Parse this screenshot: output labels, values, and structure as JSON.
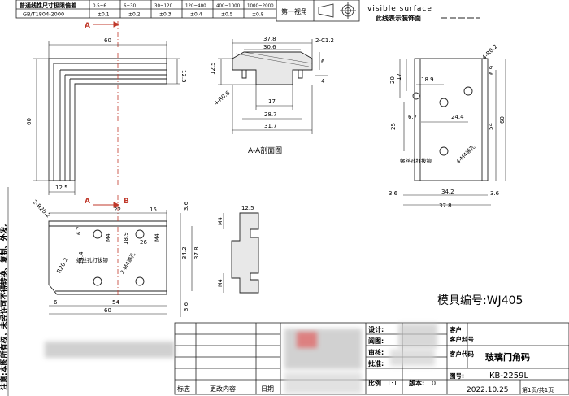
{
  "tolerance_table": {
    "title": "普通线性尺寸极限偏差",
    "standard": "GB/T1804-2000",
    "ranges": [
      "0.5~6",
      "6~30",
      "30~120",
      "120~400",
      "400~1000",
      "1000~2000"
    ],
    "deviations": [
      "±0.1",
      "±0.2",
      "±0.3",
      "±0.4",
      "±0.5",
      "±0.8"
    ]
  },
  "projection": {
    "label": "第一视角"
  },
  "visible_surface": {
    "label_en": "visible surface",
    "label_zh": "此线表示装饰面"
  },
  "section": {
    "label": "A-A剖面图",
    "dims": {
      "top_width": "37.8",
      "inner_width": "30.6",
      "chamfer": "2-C1.2",
      "height": "12.5",
      "step1": "6",
      "step2": "4",
      "slot": "17",
      "bottom1": "28.7",
      "bottom2": "31.7",
      "radius": "4-R0.6"
    }
  },
  "left_view": {
    "dims": {
      "width": "60",
      "leg": "12.5",
      "height": "60",
      "bottom_leg": "12.5"
    },
    "section_mark": "A"
  },
  "right_view": {
    "dims": {
      "r1": "4-R0.2",
      "w1": "6.9",
      "h1": "20",
      "h2": "17",
      "x1": "18.9",
      "x2": "6.7",
      "x3": "24.4",
      "v1": "25",
      "v2": "54",
      "v3": "60",
      "note": "4-M4通孔",
      "bottom1": "3.6",
      "bottom2": "34.2",
      "bottom3": "3.6",
      "total": "37.8"
    },
    "note_left": "螺丝孔打拔铆"
  },
  "bottom_view": {
    "dims": {
      "corner": "2-R20.2",
      "a": "22",
      "b": "15",
      "c": "3.6",
      "d": "6.7",
      "e": "18.9",
      "f": "26",
      "g": "34.2",
      "h": "37.8",
      "i": "24.4",
      "j": "R20.2",
      "k": "6",
      "l": "54",
      "m": "60",
      "n": "3.6",
      "m4": "M4",
      "holes": "2-M4通孔"
    },
    "mark_a": "A",
    "mark_b": "B",
    "note": "螺丝孔打拔铆"
  },
  "side_view": {
    "dims": {
      "top": "12.5",
      "m4": "M4"
    }
  },
  "title_block": {
    "mold_no": "模具编号:WJ405",
    "rows": [
      "设计:",
      "阅图:",
      "审核:",
      "批准:"
    ],
    "customer_label": "客户",
    "customer_part_label": "客户料号",
    "customer_code_label": "客户代码",
    "part_name": "玻璃门角码",
    "drawing_no_label": "图号:",
    "drawing_no": "KB-2259L",
    "scale_label": "比例",
    "scale": "1:1",
    "version_label": "版本:",
    "version": "0",
    "date": "2022.10.25",
    "page": "第1页/共1页",
    "rev_headers": [
      "标志",
      "更改内容",
      "日期"
    ]
  },
  "side_note": "注意:本图所有权，未经许可不得转换、复制、外发。"
}
